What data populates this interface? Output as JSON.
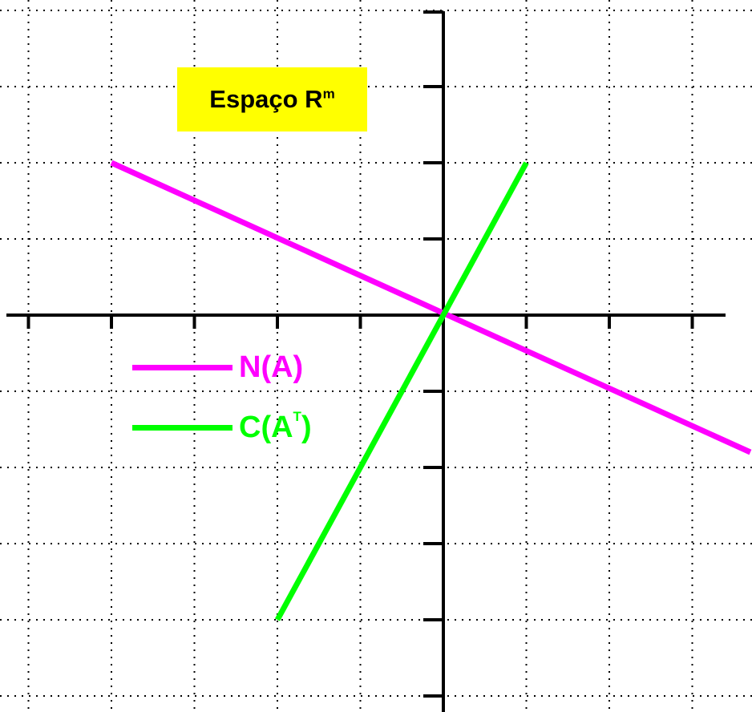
{
  "chart_data": {
    "type": "line",
    "title_prefix": "Espaço R",
    "title_superscript": "m",
    "title_bg_color": "#ffff00",
    "xlim": [
      -5,
      3
    ],
    "ylim": [
      -5,
      4
    ],
    "grid": true,
    "grid_style": "dotted",
    "legend_placement": "left-center",
    "series": [
      {
        "name": "N(A)",
        "label_main": "N(A)",
        "label_sup": "",
        "label_end": "",
        "color": "#ff00ff",
        "x": [
          -4,
          3.7
        ],
        "y": [
          2,
          -1.8
        ]
      },
      {
        "name": "C(A^T)",
        "label_main": "C(A",
        "label_sup": "T",
        "label_end": ")",
        "color": "#00ff00",
        "x": [
          -2,
          1
        ],
        "y": [
          -4,
          2
        ]
      }
    ]
  }
}
